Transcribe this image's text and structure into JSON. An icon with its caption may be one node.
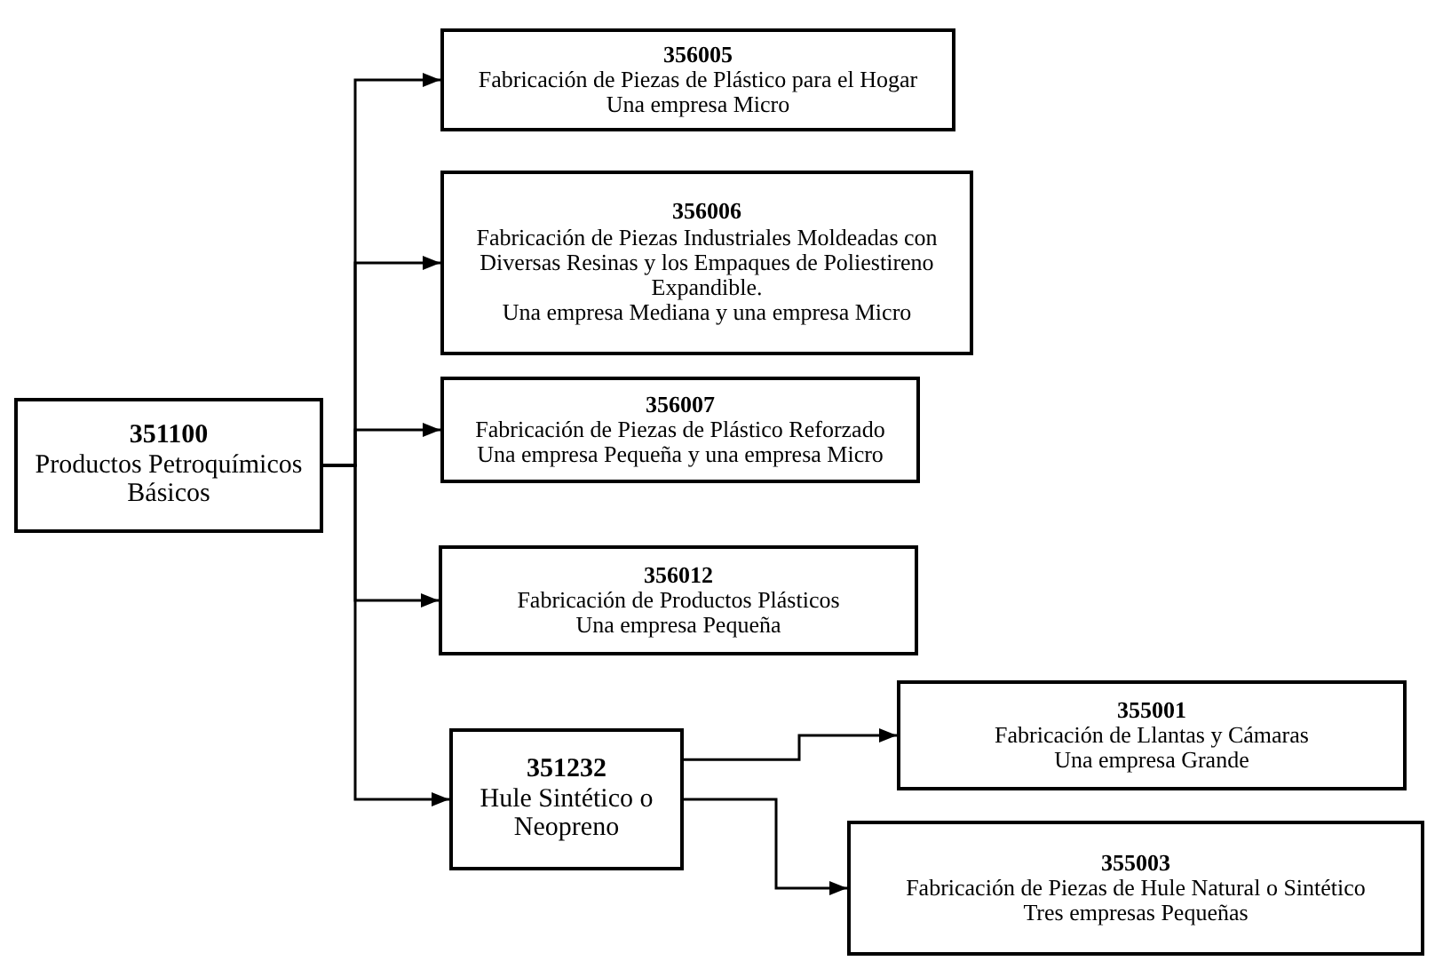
{
  "diagram": {
    "nodes": [
      {
        "text": [
          "351100",
          "Productos Petroquímicos Básicos"
        ]
      },
      {
        "text": [
          "356005",
          "Fabricación de Piezas de Plástico para el Hogar",
          "Una empresa Micro"
        ]
      },
      {
        "text": [
          "356006",
          "Fabricación de Piezas Industriales Moldeadas con Diversas Resinas y los Empaques de Poliestireno Expandible.",
          "Una empresa Mediana y una empresa Micro"
        ]
      },
      {
        "text": [
          "356007",
          "Fabricación de Piezas de Plástico Reforzado",
          "Una empresa Pequeña y una empresa Micro"
        ]
      },
      {
        "text": [
          "356012",
          "Fabricación de Productos Plásticos",
          "Una empresa Pequeña"
        ]
      },
      {
        "text": [
          "351232",
          "Hule Sintético o Neopreno"
        ]
      },
      {
        "text": [
          "355001",
          "Fabricación de Llantas y Cámaras",
          "Una empresa Grande"
        ]
      },
      {
        "text": [
          "355003",
          "Fabricación de Piezas de Hule Natural o Sintético",
          "Tres empresas Pequeñas"
        ]
      }
    ],
    "edges": [
      {
        "from": 0,
        "to": 1,
        "arrow": "to"
      },
      {
        "from": 0,
        "to": 2,
        "arrow": "to"
      },
      {
        "from": 0,
        "to": 3,
        "arrow": "to"
      },
      {
        "from": 0,
        "to": 4,
        "arrow": "to"
      },
      {
        "from": 0,
        "to": 5,
        "arrow": "to"
      },
      {
        "from": 5,
        "to": 6,
        "arrow": "to"
      },
      {
        "from": 5,
        "to": 7,
        "arrow": "to"
      }
    ]
  }
}
